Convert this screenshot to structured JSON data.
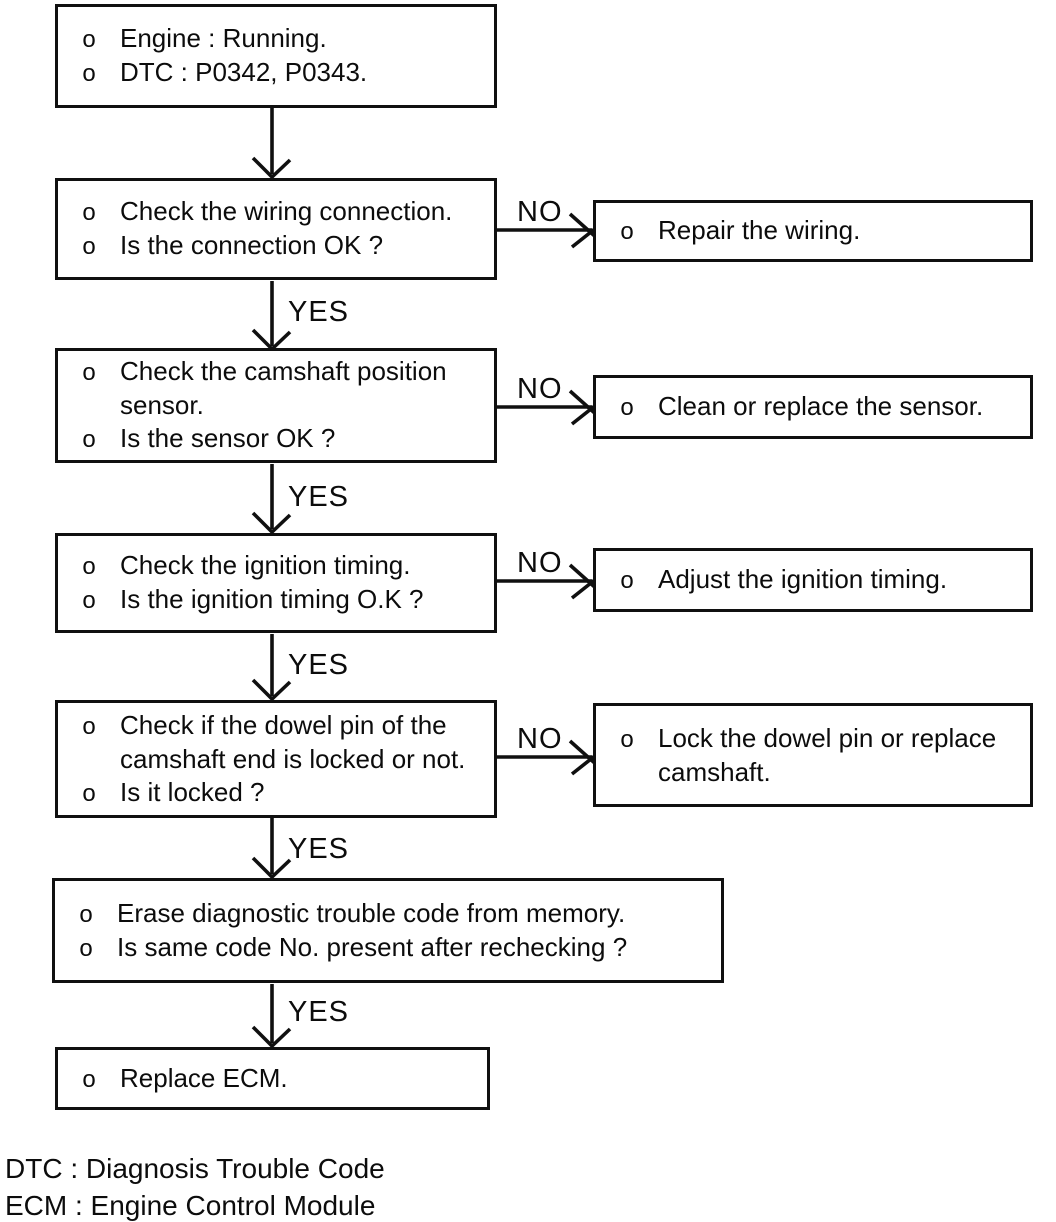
{
  "labels": {
    "yes": "YES",
    "no": "NO",
    "bullet": "o"
  },
  "flow": {
    "main": [
      {
        "name": "engine-running-start",
        "lines": [
          {
            "b": true,
            "t": "Engine : Running."
          },
          {
            "b": true,
            "t": "DTC : P0342, P0343."
          }
        ]
      },
      {
        "name": "check-wiring-connection",
        "lines": [
          {
            "b": true,
            "t": "Check the wiring connection."
          },
          {
            "b": true,
            "t": "Is the connection OK ?"
          }
        ]
      },
      {
        "name": "check-camshaft-sensor",
        "lines": [
          {
            "b": true,
            "t": "Check the camshaft position"
          },
          {
            "b": false,
            "t": "sensor."
          },
          {
            "b": true,
            "t": "Is the sensor OK ?"
          }
        ]
      },
      {
        "name": "check-ignition-timing",
        "lines": [
          {
            "b": true,
            "t": "Check the ignition timing."
          },
          {
            "b": true,
            "t": "Is the ignition timing O.K ?"
          }
        ]
      },
      {
        "name": "check-dowel-pin",
        "lines": [
          {
            "b": true,
            "t": "Check if the dowel pin of the"
          },
          {
            "b": false,
            "t": "camshaft end is locked or not."
          },
          {
            "b": true,
            "t": "Is it locked ?"
          }
        ]
      },
      {
        "name": "erase-dtc-memory",
        "lines": [
          {
            "b": true,
            "t": "Erase diagnostic trouble code from memory."
          },
          {
            "b": true,
            "t": "Is same code No. present after rechecking ?"
          }
        ]
      },
      {
        "name": "replace-ecm",
        "lines": [
          {
            "b": true,
            "t": "Replace ECM."
          }
        ]
      }
    ],
    "side": [
      {
        "name": "repair-wiring",
        "lines": [
          {
            "b": true,
            "t": "Repair the wiring."
          }
        ]
      },
      {
        "name": "clean-or-replace-sensor",
        "lines": [
          {
            "b": true,
            "t": "Clean or replace the sensor."
          }
        ]
      },
      {
        "name": "adjust-ignition-timing",
        "lines": [
          {
            "b": true,
            "t": "Adjust the ignition timing."
          }
        ]
      },
      {
        "name": "lock-dowel-pin-or-replace-camshaft",
        "lines": [
          {
            "b": true,
            "t": "Lock the dowel pin or replace"
          },
          {
            "b": false,
            "t": "camshaft."
          }
        ]
      }
    ]
  },
  "legend": {
    "lines": [
      "DTC : Diagnosis Trouble Code",
      "ECM : Engine Control Module"
    ]
  }
}
